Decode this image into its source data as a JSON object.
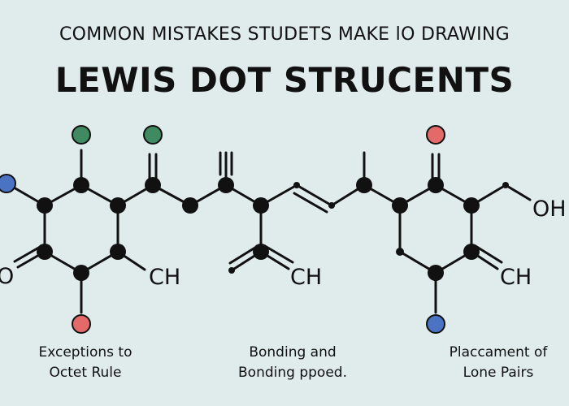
{
  "title": "COMMON MISTAKES STUDETS MAKE lO DRAWING",
  "headline": "LEWIS DOT STRUCENTS",
  "atom_labels": {
    "o_left": "O",
    "ch_1": "CH",
    "ch_2": "CH",
    "ch_3": "CH",
    "oh": "OH"
  },
  "captions": [
    {
      "line1": "Exceptions to",
      "line2": "Octet Rule"
    },
    {
      "line1": "Bonding and",
      "line2": "Bonding ppoed."
    },
    {
      "line1": "Placcament of",
      "line2": "Lone Pairs"
    }
  ],
  "colors": {
    "background": "#dfeceb",
    "atom": "#111111",
    "green_atom": "#3f8a60",
    "red_atom": "#e46a6a",
    "blue_atom": "#4a73c4"
  }
}
